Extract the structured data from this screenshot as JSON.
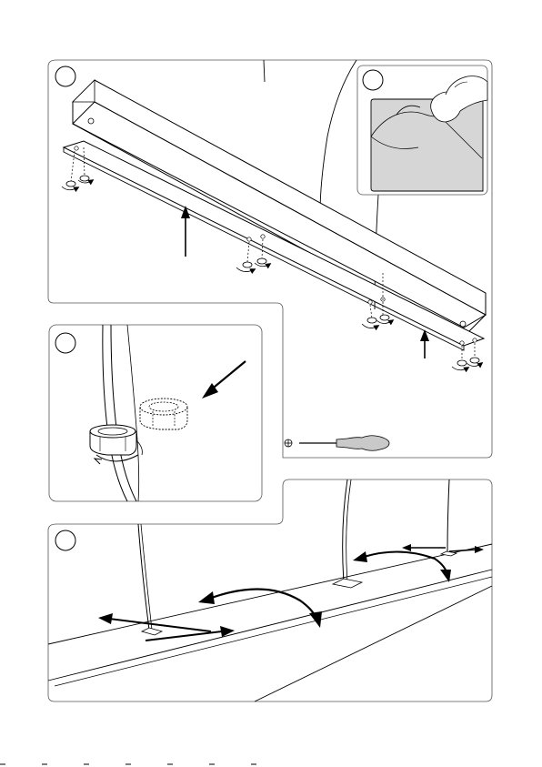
{
  "panels": [
    {
      "id": "panel-1",
      "step": ""
    },
    {
      "id": "panel-2",
      "step": ""
    },
    {
      "id": "panel-3",
      "step": ""
    },
    {
      "id": "panel-4",
      "step": ""
    }
  ],
  "icons": {
    "tool": "phillips-screwdriver-icon",
    "tool_head": "cross-head-icon"
  }
}
